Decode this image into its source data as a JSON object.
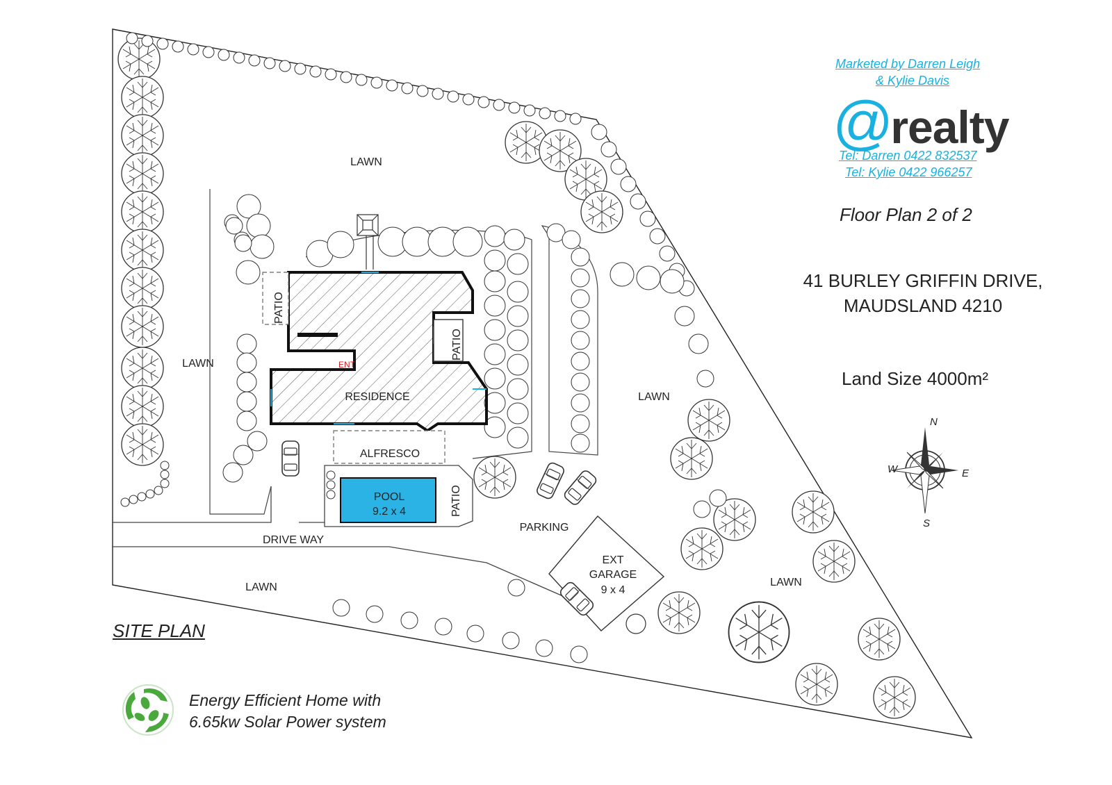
{
  "marketing": {
    "line1": "Marketed by Darren Leigh",
    "line2": "& Kylie Davis",
    "brand_at": "@",
    "brand_word": "realty",
    "tel_darren": "Tel: Darren 0422 832537",
    "tel_kylie": "Tel: Kylie 0422 966257"
  },
  "plan_title": "Floor Plan 2 of 2",
  "address": {
    "line1": "41 BURLEY GRIFFIN DRIVE,",
    "line2": "MAUDSLAND 4210"
  },
  "land_size": "Land Size 4000m²",
  "site_plan_label": "SITE PLAN",
  "energy": {
    "line1": "Energy Efficient Home with",
    "line2": "6.65kw Solar Power system"
  },
  "labels": {
    "lawn": "LAWN",
    "patio": "PATIO",
    "residence": "RESIDENCE",
    "entry": "ENT",
    "alfresco": "ALFRESCO",
    "pool": "POOL",
    "pool_size": "9.2 x 4",
    "parking": "PARKING",
    "drive_way": "DRIVE WAY",
    "garage_line1": "EXT",
    "garage_line2": "GARAGE",
    "garage_size": "9 x 4"
  },
  "compass": {
    "n": "N",
    "s": "S",
    "e": "E",
    "w": "W"
  },
  "colors": {
    "accent": "#1ab0df",
    "pool": "#2bb3e6",
    "eco_green": "#4aa83c",
    "entry_red": "#d22222"
  },
  "icons": [
    "tree-icon",
    "car-icon",
    "compass-rose-icon",
    "recycle-footprint-icon"
  ]
}
